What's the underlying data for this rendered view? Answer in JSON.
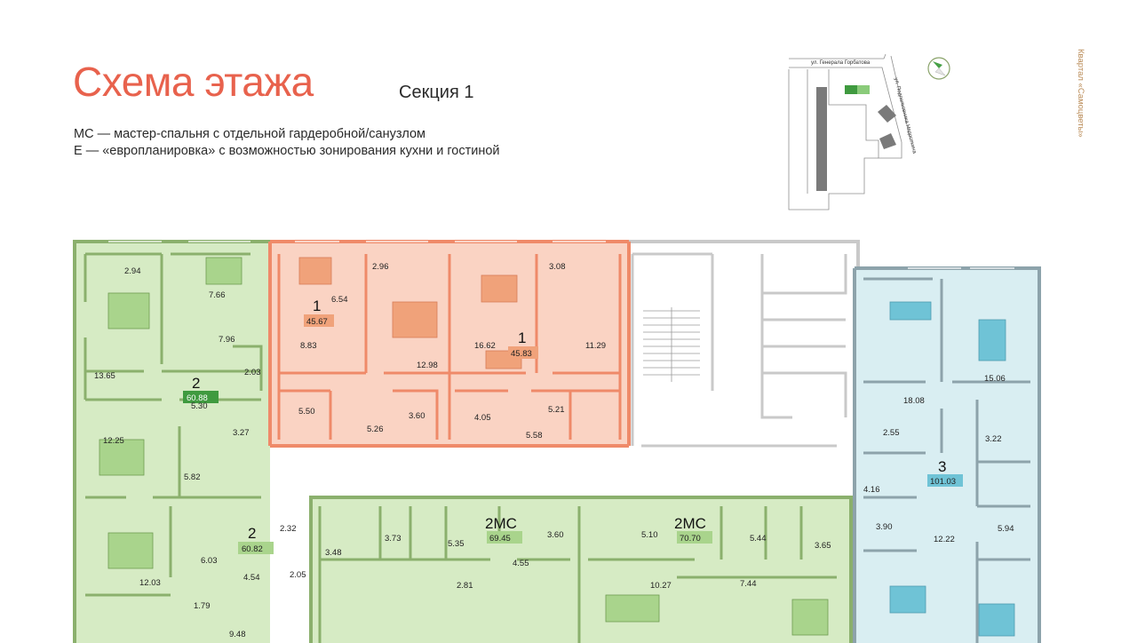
{
  "header": {
    "title": "Схема этажа",
    "section": "Секция 1",
    "legend": [
      "МС — мастер-спальня с отдельной гардеробной/санузлом",
      "Е — «европланировка» с возможностью зонирования кухни и гостиной"
    ],
    "vertical_caption": "Квартал «Самоцветы»"
  },
  "site_map": {
    "street_top": "ул. Генерала Горбатова",
    "street_right": "ул. Подполковника Недосекина"
  },
  "colors": {
    "title": "#e8624d",
    "green_unit": "#d6ebc4",
    "green_wall": "#8bb06d",
    "orange_unit": "#fad3c3",
    "orange_wall": "#ef8a69",
    "blue_unit": "#d9eef2",
    "blue_wall": "#8da3ab",
    "common_wall": "#c9c9c9"
  },
  "apartments": [
    {
      "rooms": "2",
      "area": "60.88",
      "color": "green",
      "room_areas": [
        "2.94",
        "7.66",
        "7.96",
        "13.65",
        "2.03",
        "5.30",
        "3.27",
        "12.25",
        "5.82"
      ]
    },
    {
      "rooms": "1",
      "area": "45.67",
      "color": "orange",
      "room_areas": [
        "6.54",
        "8.83",
        "5.50",
        "2.96",
        "12.98",
        "3.60",
        "5.26"
      ]
    },
    {
      "rooms": "1",
      "area": "45.83",
      "color": "orange",
      "room_areas": [
        "16.62",
        "4.05",
        "5.58",
        "3.08",
        "11.29",
        "5.21"
      ]
    },
    {
      "rooms": "3",
      "area": "101.03",
      "color": "blue",
      "room_areas": [
        "18.08",
        "15.06",
        "2.55",
        "3.22",
        "4.16",
        "3.90",
        "12.22",
        "5.94"
      ]
    },
    {
      "rooms": "2",
      "area": "60.82",
      "color": "green",
      "room_areas": [
        "2.32",
        "6.03",
        "2.05",
        "4.54",
        "12.03",
        "1.79",
        "9.48"
      ]
    },
    {
      "rooms": "2МС",
      "area": "69.45",
      "color": "green",
      "room_areas": [
        "3.73",
        "5.35",
        "3.60",
        "3.48",
        "4.55",
        "2.81"
      ]
    },
    {
      "rooms": "2МС",
      "area": "70.70",
      "color": "green",
      "room_areas": [
        "5.10",
        "5.44",
        "3.65",
        "10.27",
        "7.44"
      ]
    }
  ]
}
